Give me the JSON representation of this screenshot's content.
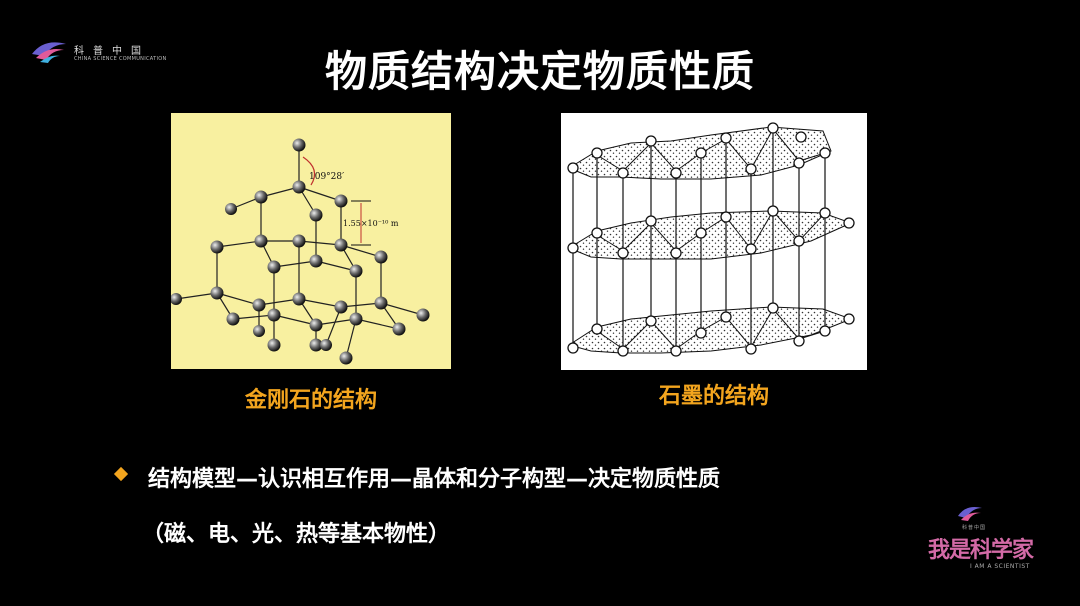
{
  "logo": {
    "name_cn": "科普中国",
    "name_en": "CHINA SCIENCE COMMUNICATION",
    "icon": "kepu-logo-icon"
  },
  "title": "物质结构决定物质性质",
  "figures": {
    "diamond": {
      "caption": "金刚石的结构",
      "angle_label": "109°28′",
      "length_label": "1.55×10⁻¹⁰ m",
      "background": "#f8f0a0"
    },
    "graphite": {
      "caption": "石墨的结构",
      "background": "#ffffff"
    }
  },
  "bullet": {
    "text": "结构模型—认识相互作用—晶体和分子构型—决定物质性质",
    "sub": "（磁、电、光、热等基本物性）",
    "icon": "diamond-bullet-icon"
  },
  "brand": {
    "cn_small": "科普中国",
    "name": "我是科学家",
    "en": "I AM A SCIENTIST",
    "color": "#d36aa6"
  },
  "colors": {
    "accent": "#f3a51e",
    "background": "#000000"
  }
}
